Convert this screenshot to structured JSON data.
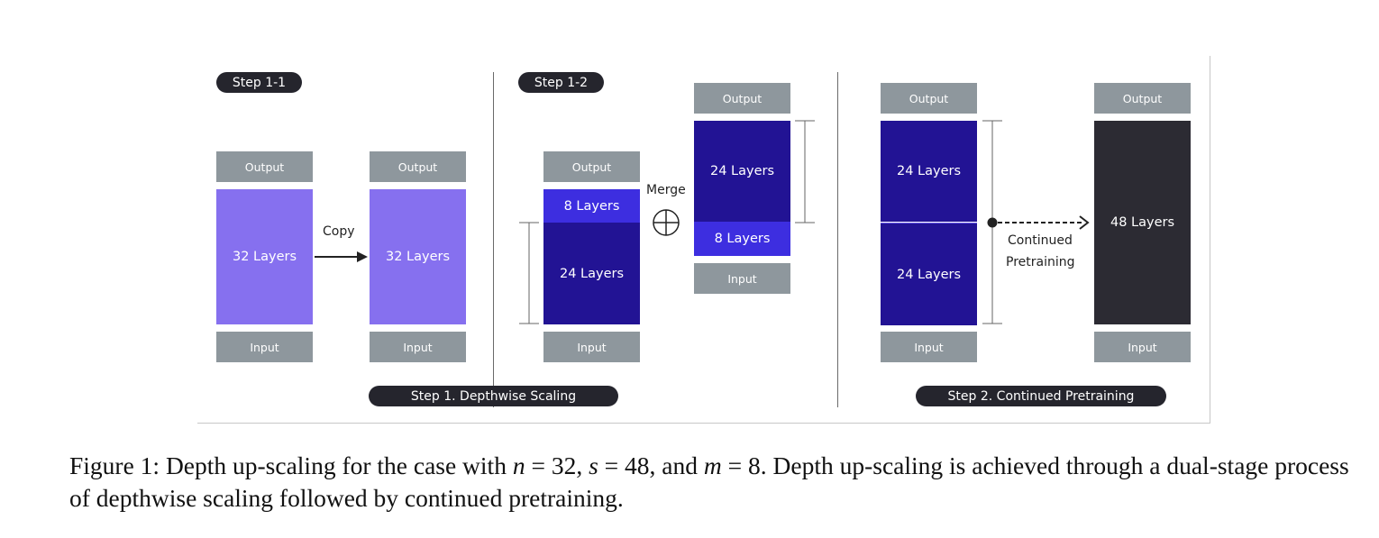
{
  "pills": {
    "step11": "Step 1-1",
    "step12": "Step 1-2",
    "step1": "Step 1.  Depthwise Scaling",
    "step2": "Step 2. Continued Pretraining"
  },
  "io": {
    "output": "Output",
    "input": "Input"
  },
  "blocks": {
    "layers32": "32 Layers",
    "layers8": "8 Layers",
    "layers24": "24 Layers",
    "layers48": "48 Layers"
  },
  "annotations": {
    "copy": "Copy",
    "merge": "Merge",
    "continued_line1": "Continued",
    "continued_line2": "Pretraining"
  },
  "caption": {
    "prefix": "Figure 1: Depth up-scaling for the case with ",
    "n_var": "n",
    "n_eq": " = 32, ",
    "s_var": "s",
    "s_eq": " = 48, and ",
    "m_var": "m",
    "m_eq": " = 8",
    "rest": ". Depth up-scaling is achieved through a dual-stage process of depthwise scaling followed by continued pretraining."
  },
  "colors": {
    "light_block": "#8670ef",
    "mid_block": "#3d2ee0",
    "dark_block": "#221394",
    "black_block": "#2c2b33",
    "io_gray": "#8e979d",
    "pill": "#25252d"
  }
}
